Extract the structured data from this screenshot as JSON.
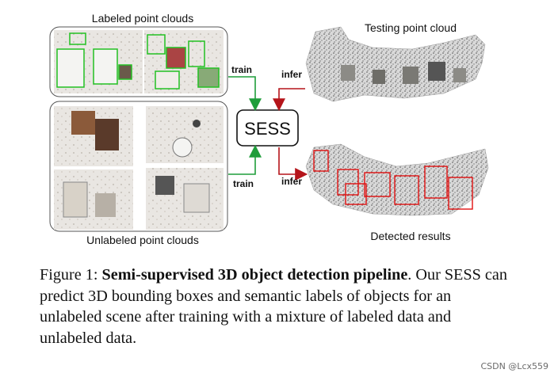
{
  "figure": {
    "labeled_title": "Labeled point clouds",
    "unlabeled_title": "Unlabeled point clouds",
    "testing_title": "Testing point cloud",
    "detected_title": "Detected results",
    "center_box": "SESS",
    "train_top": "train",
    "train_bottom": "train",
    "infer_top": "infer",
    "infer_bottom": "infer",
    "colors": {
      "train_arrow": "#1f9d3a",
      "infer_arrow": "#b5141a",
      "label_box": "#22c022",
      "detect_box": "#e01010"
    }
  },
  "caption": {
    "label": "Figure 1:",
    "bold": "Semi-supervised 3D object detection pipeline",
    "rest": ". Our SESS can predict 3D bounding boxes and semantic labels of objects for an unlabeled scene after training with a mixture of labeled data and unlabeled data."
  },
  "watermark": "CSDN @Lcx559"
}
